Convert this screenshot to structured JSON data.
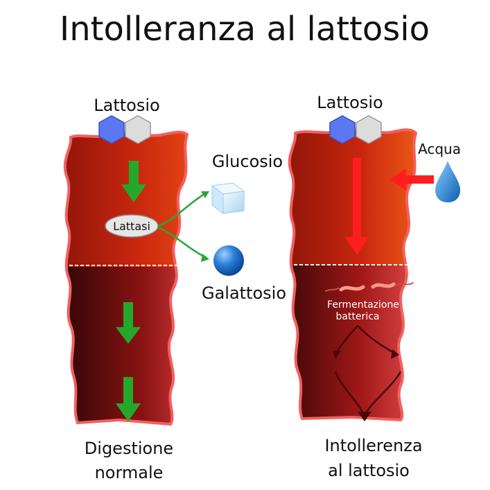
{
  "title": "Intolleranza al lattosio",
  "left_panel": {
    "lactose_label": "Lattosio",
    "enzyme_label": "Lattasi",
    "glucose_label": "Glucosio",
    "galactose_label": "Galattosio",
    "caption_line1": "Digestione",
    "caption_line2": "normale"
  },
  "right_panel": {
    "lactose_label": "Lattosio",
    "water_label": "Acqua",
    "fermentation_line1": "Fermentazione",
    "fermentation_line2": "batterica",
    "caption_line1": "Intollerenza",
    "caption_line2": "al lattosio"
  },
  "colors": {
    "intestine_upper": "#c0200e",
    "intestine_lower": "#8a1010",
    "membrane": "#f05a5a",
    "green_arrow": "#22a52a",
    "red_arrow": "#ff1a1a",
    "dark_arrow": "#4a0808",
    "hexagon_blue": "#5a78f0",
    "hexagon_grey": "#d8d8d8",
    "galactose_ball": "#1a70d0",
    "water_drop": "#2a8ad8"
  },
  "icons": {
    "glucose": "ice-cube-icon",
    "galactose": "sphere-icon",
    "water": "water-drop-icon",
    "lactose": "double-hexagon-icon"
  }
}
